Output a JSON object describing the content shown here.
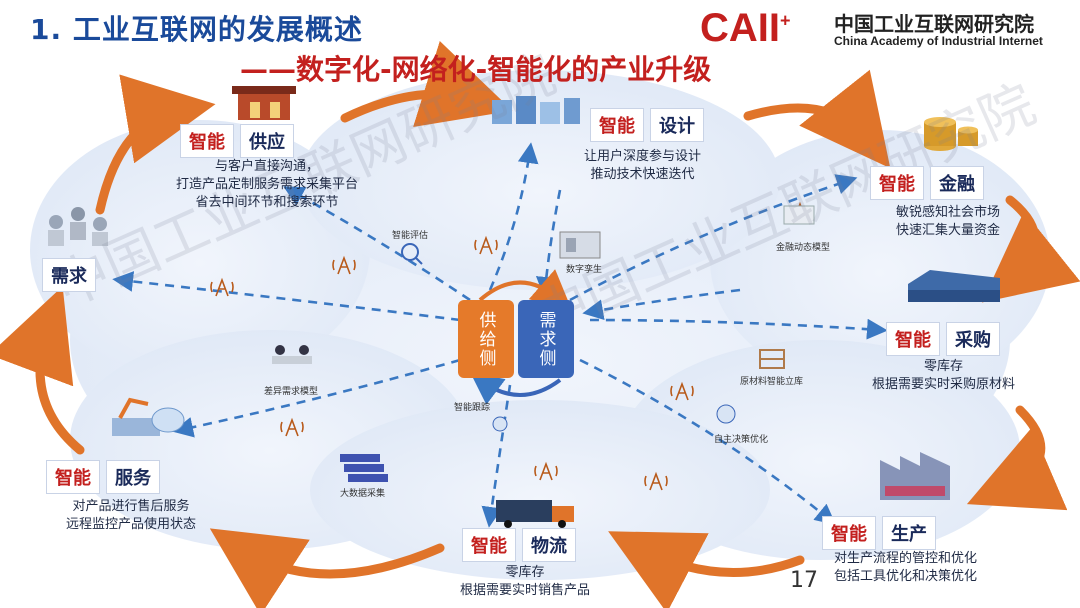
{
  "header": {
    "title": "1. 工业互联网的发展概述",
    "subtitle": "——数字化-网络化-智能化的产业升级",
    "logo_text": "CAII",
    "logo_plus": "+",
    "org_cn": "中国工业互联网研究院",
    "org_en": "China Academy of Industrial Internet"
  },
  "watermark": "中国工业互联网研究院",
  "center": {
    "left_label": "供给侧",
    "right_label": "需求侧",
    "left_color": "#e57a2a",
    "right_color": "#3a66b8"
  },
  "nodes": {
    "supply": {
      "tag": "智能",
      "name": "供应",
      "desc": [
        "与客户直接沟通，",
        "打造产品定制服务需求采集平台",
        "省去中间环节和搜索环节"
      ]
    },
    "design": {
      "tag": "智能",
      "name": "设计",
      "desc": [
        "让用户深度参与设计",
        "推动技术快速迭代"
      ]
    },
    "finance": {
      "tag": "智能",
      "name": "金融",
      "desc": [
        "敏锐感知社会市场",
        "快速汇集大量资金"
      ]
    },
    "demand": {
      "name": "需求"
    },
    "purchase": {
      "tag": "智能",
      "name": "采购",
      "desc": [
        "零库存",
        "根据需要实时采购原材料"
      ]
    },
    "service": {
      "tag": "智能",
      "name": "服务",
      "desc": [
        "对产品进行售后服务",
        "远程监控产品使用状态"
      ]
    },
    "logistics": {
      "tag": "智能",
      "name": "物流",
      "desc": [
        "零库存",
        "根据需要实时销售产品"
      ]
    },
    "production": {
      "tag": "智能",
      "name": "生产",
      "desc": [
        "对生产流程的管控和优化",
        "包括工具优化和决策优化"
      ]
    }
  },
  "mini_labels": {
    "smart_eval": "智能评估",
    "digital_twin": "数字孪生",
    "finance_model": "金融动态模型",
    "diff_demand": "差异需求模型",
    "material_store": "原材料智能立库",
    "smart_track": "智能跟踪",
    "auto_decision": "自主决策优化",
    "big_data": "大数据采集"
  },
  "page_number": "17",
  "colors": {
    "brand_red": "#c3201e",
    "brand_blue": "#1a4a9a",
    "orange_arrow": "#e0742a",
    "dash_arrow": "#3a78c2",
    "cloud": "#e6edf8"
  }
}
